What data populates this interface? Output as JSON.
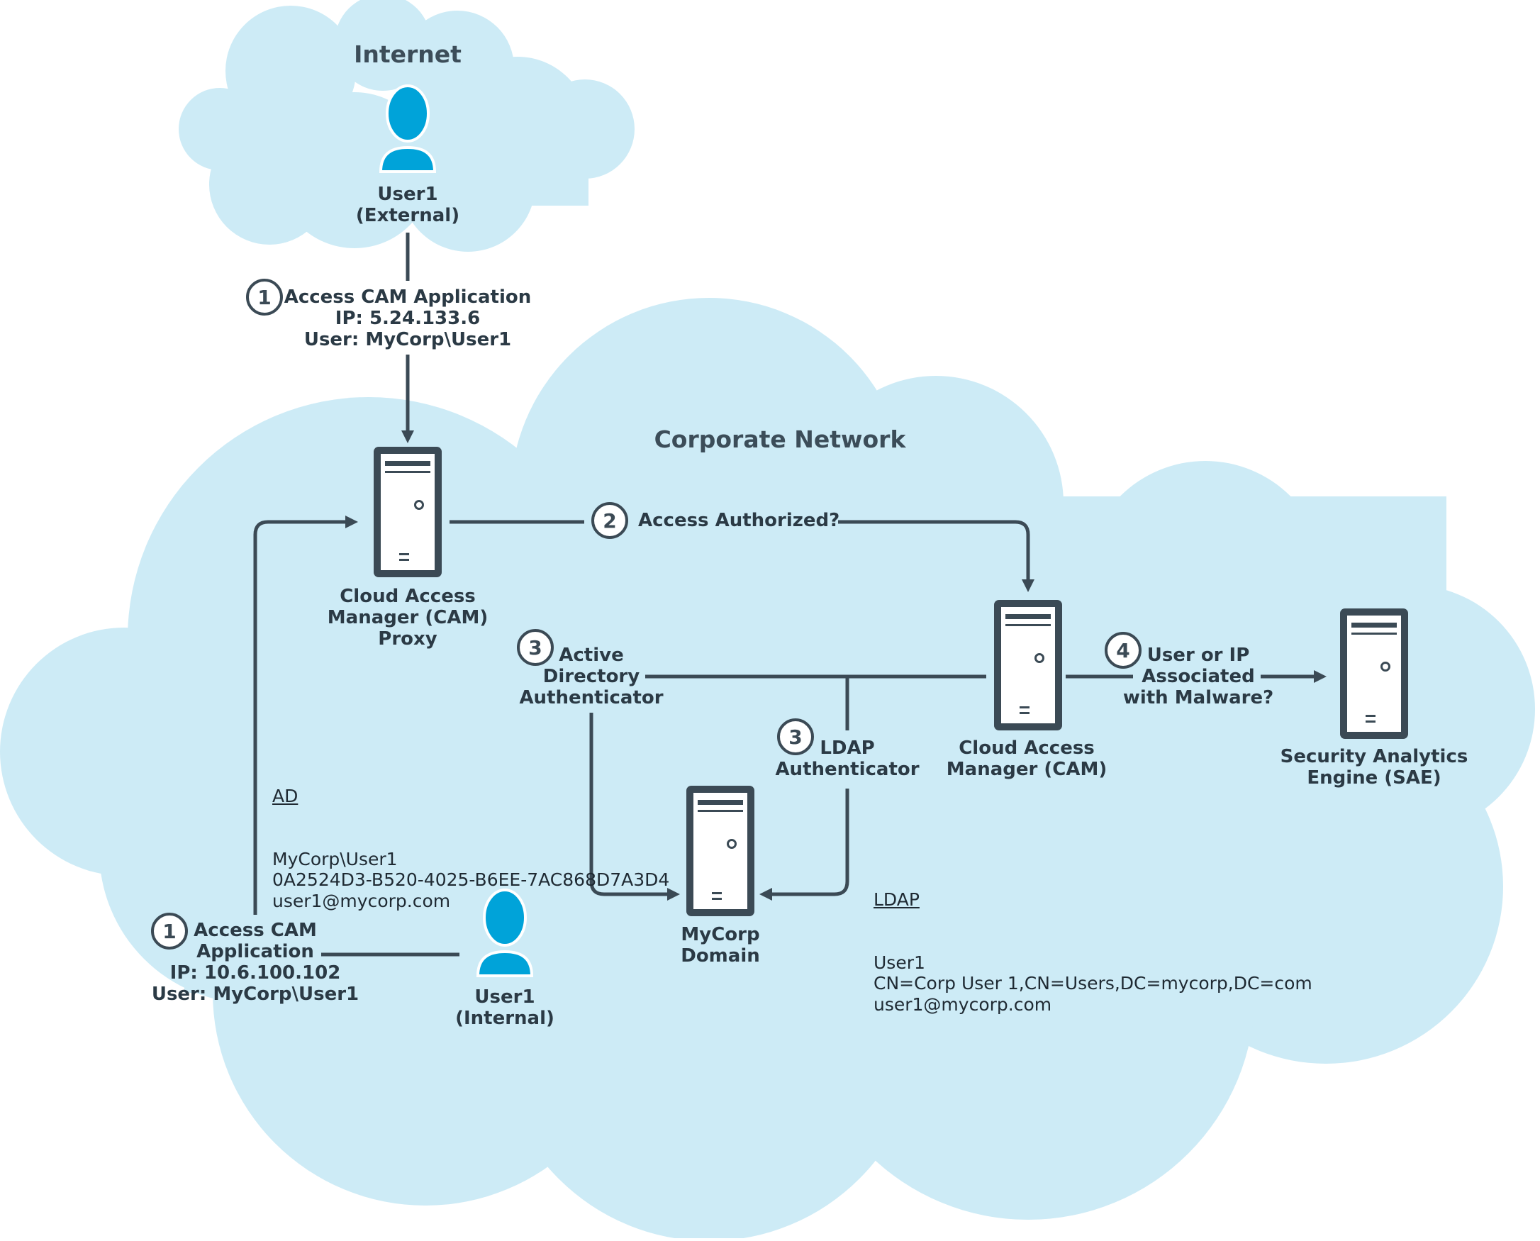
{
  "zones": {
    "internet": "Internet",
    "corporate": "Corporate Network"
  },
  "nodes": {
    "user_external": "User1\n(External)",
    "user_internal": "User1\n(Internal)",
    "cam_proxy": "Cloud Access\nManager (CAM)\nProxy",
    "cam": "Cloud Access\nManager (CAM)",
    "sae": "Security Analytics\nEngine (SAE)",
    "domain": "MyCorp\nDomain"
  },
  "steps": [
    {
      "num": "1",
      "label": "Access CAM Application\nIP: 5.24.133.6\nUser: MyCorp\\User1"
    },
    {
      "num": "2",
      "label": "Access Authorized?"
    },
    {
      "num": "3",
      "label": "Active\nDirectory\nAuthenticator"
    },
    {
      "num": "3",
      "label": "LDAP\nAuthenticator"
    },
    {
      "num": "4",
      "label": "User or IP\nAssociated\nwith Malware?"
    },
    {
      "num": "1",
      "label": "Access CAM\nApplication\nIP: 10.6.100.102\nUser: MyCorp\\User1"
    }
  ],
  "ad_info": {
    "heading": "AD",
    "lines": "MyCorp\\User1\n0A2524D3-B520-4025-B6EE-7AC868D7A3D4\nuser1@mycorp.com"
  },
  "ldap_info": {
    "heading": "LDAP",
    "lines": "User1\nCN=Corp User 1,CN=Users,DC=mycorp,DC=com\nuser1@mycorp.com"
  },
  "colors": {
    "cloud": "#cdebf6",
    "line": "#3b4a55",
    "user": "#00a3d9",
    "server": "#3b4a55"
  }
}
